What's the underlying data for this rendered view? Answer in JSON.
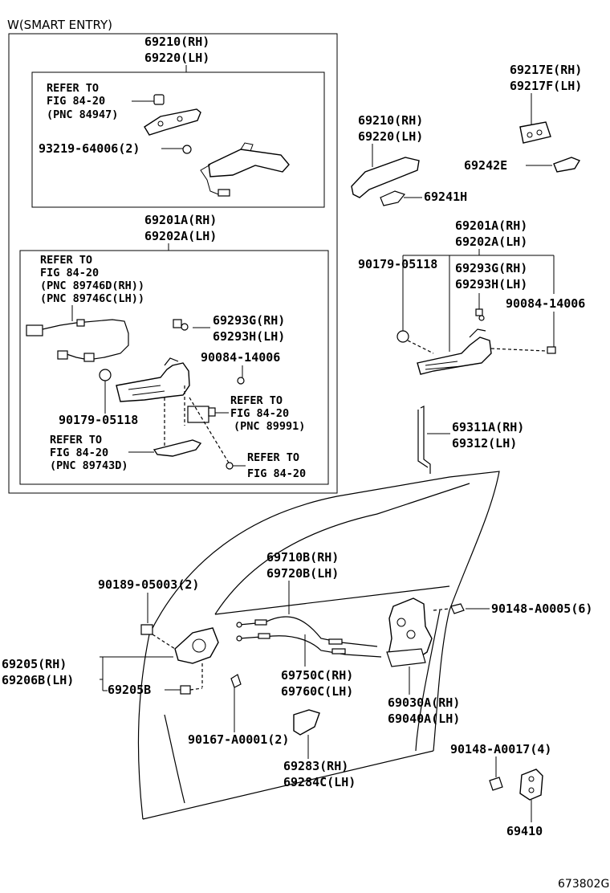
{
  "header": {
    "title": "W(SMART ENTRY)"
  },
  "smart_entry": {
    "handle": {
      "rh": "69210(RH)",
      "lh": "69220(LH)"
    },
    "ref1": {
      "l1": "REFER TO",
      "l2": "FIG 84-20",
      "l3": "(PNC 84947)"
    },
    "screw": "93219-64006(2)",
    "lock": {
      "rh": "69201A(RH)",
      "lh": "69202A(LH)"
    },
    "ref2": {
      "l1": "REFER TO",
      "l2": "FIG 84-20",
      "l3": "(PNC 89746D(RH))",
      "l4": "(PNC 89746C(LH))"
    },
    "rod": {
      "rh": "69293G(RH)",
      "lh": "69293H(LH)"
    },
    "bolt": "90084-14006",
    "clip": "90179-05118",
    "ref3": {
      "l1": "REFER TO",
      "l2": "FIG 84-20",
      "l3": "(PNC 89991)"
    },
    "ref4": {
      "l1": "REFER TO",
      "l2": "FIG 84-20",
      "l3": "(PNC 89743D)"
    },
    "ref5": {
      "l1": "REFER TO",
      "l2": "FIG 84-20"
    }
  },
  "right_side": {
    "cover": {
      "rh": "69217E(RH)",
      "lh": "69217F(LH)"
    },
    "handle": {
      "rh": "69210(RH)",
      "lh": "69220(LH)"
    },
    "pad_e": "69242E",
    "pad_h": "69241H",
    "lock": {
      "rh": "69201A(RH)",
      "lh": "69202A(LH)"
    },
    "clip": "90179-05118",
    "rod": {
      "rh": "69293G(RH)",
      "lh": "69293H(LH)"
    },
    "bolt": "90084-14006",
    "link_rod": {
      "rh": "69311A(RH)",
      "lh": "69312(LH)"
    }
  },
  "door": {
    "cable1": {
      "rh": "69710B(RH)",
      "lh": "69720B(LH)"
    },
    "clip": "90189-05003(2)",
    "screw_a0005": "90148-A0005(6)",
    "inner_handle": {
      "rh": "69205(RH)",
      "lh": "69206B(LH)"
    },
    "bezel": "69205B",
    "cable2": {
      "rh": "69750C(RH)",
      "lh": "69760C(LH)"
    },
    "latch": {
      "rh": "69030A(RH)",
      "lh": "69040A(LH)"
    },
    "screw_a0001": "90167-A0001(2)",
    "screw_a0017": "90148-A0017(4)",
    "cover": {
      "rh": "69283(RH)",
      "lh": "69284C(LH)"
    },
    "striker": "69410"
  },
  "footer": {
    "code": "673802G"
  }
}
